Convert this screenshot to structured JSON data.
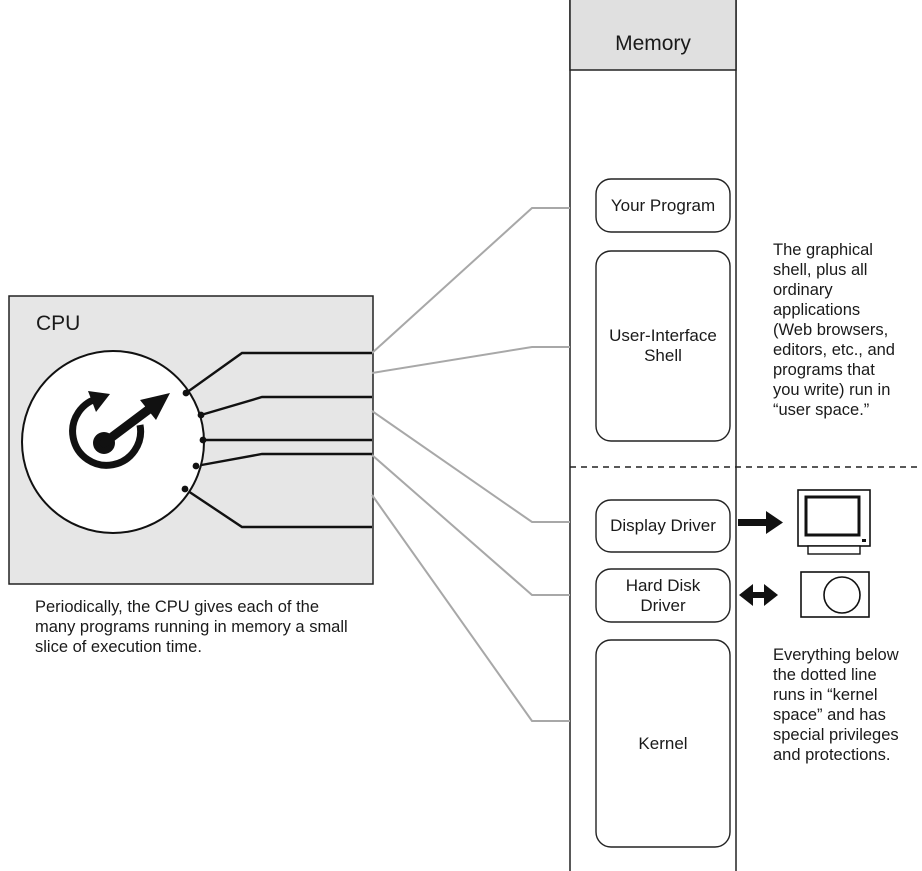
{
  "cpu": {
    "label": "CPU"
  },
  "memory": {
    "header": "Memory"
  },
  "memory_blocks": {
    "your_program": "Your Program",
    "ui_shell": "User-Interface\nShell",
    "display_driver": "Display Driver",
    "hard_disk_driver": "Hard Disk\nDriver",
    "kernel": "Kernel"
  },
  "captions": {
    "cpu_caption": "Periodically, the CPU gives each of the\nmany programs running in memory a small\nslice of execution time.",
    "user_space_note": "The graphical\nshell, plus all\nordinary\napplications\n(Web browsers,\neditors, etc., and\nprograms that\nyou write) run in\n“user space.”",
    "kernel_space_note": "Everything below\nthe dotted line\nruns in “kernel\nspace” and has\nspecial privileges\nand protections."
  },
  "icons": {
    "cpu_dial": "circular-arrow-dial-icon",
    "monitor": "monitor-icon",
    "hard_disk": "hard-disk-icon",
    "right_arrow": "right-arrow-icon",
    "double_arrow": "double-arrow-icon"
  },
  "colors": {
    "cpu_fill": "#e6e6e6",
    "memory_header_fill": "#e0e0e0",
    "connector_dark": "#111111",
    "connector_gray": "#a8a8a8"
  }
}
